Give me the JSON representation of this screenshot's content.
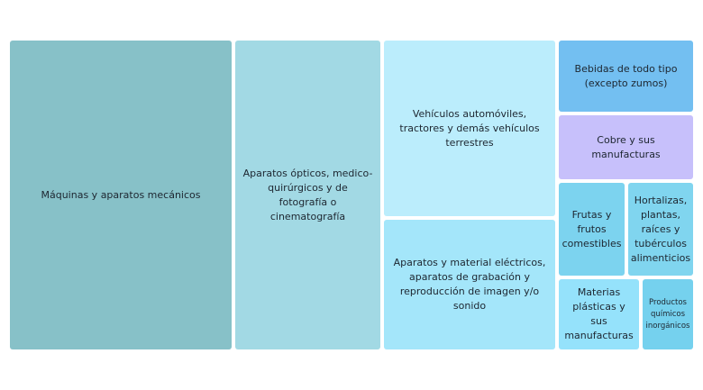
{
  "chart_data": {
    "type": "treemap",
    "title": "",
    "unit": "share of total (%)",
    "items": [
      {
        "label": "Máquinas y aparatos mecánicos",
        "value": 33.0,
        "color": "#87c1c8"
      },
      {
        "label": "Aparatos ópticos, medico-quirúrgicos y de fotografía o cinematografía",
        "value": 21.6,
        "color": "#a2d9e4"
      },
      {
        "label": "Vehículos automóviles, tractores y demás vehículos terrestres",
        "value": 14.7,
        "color": "#bbedfc"
      },
      {
        "label": "Aparatos y material eléctricos, aparatos de grabación y reproducción de imagen y/o sonido",
        "value": 10.8,
        "color": "#a4e6fa"
      },
      {
        "label": "Bebidas de todo tipo (excepto zumos)",
        "value": 4.8,
        "color": "#73bff1"
      },
      {
        "label": "Cobre y sus manufacturas",
        "value": 4.3,
        "color": "#c7c0fb"
      },
      {
        "label": "Frutas y frutos comestibles",
        "value": 3.1,
        "color": "#7cd3ef"
      },
      {
        "label": "Hortalizas, plantas, raíces y tubérculos alimenticios",
        "value": 3.1,
        "color": "#80d5ef"
      },
      {
        "label": "Materias plásticas y sus manufacturas",
        "value": 2.9,
        "color": "#95e2fb"
      },
      {
        "label": "Productos químicos inorgánicos",
        "value": 1.8,
        "color": "#75d1ee"
      }
    ]
  }
}
